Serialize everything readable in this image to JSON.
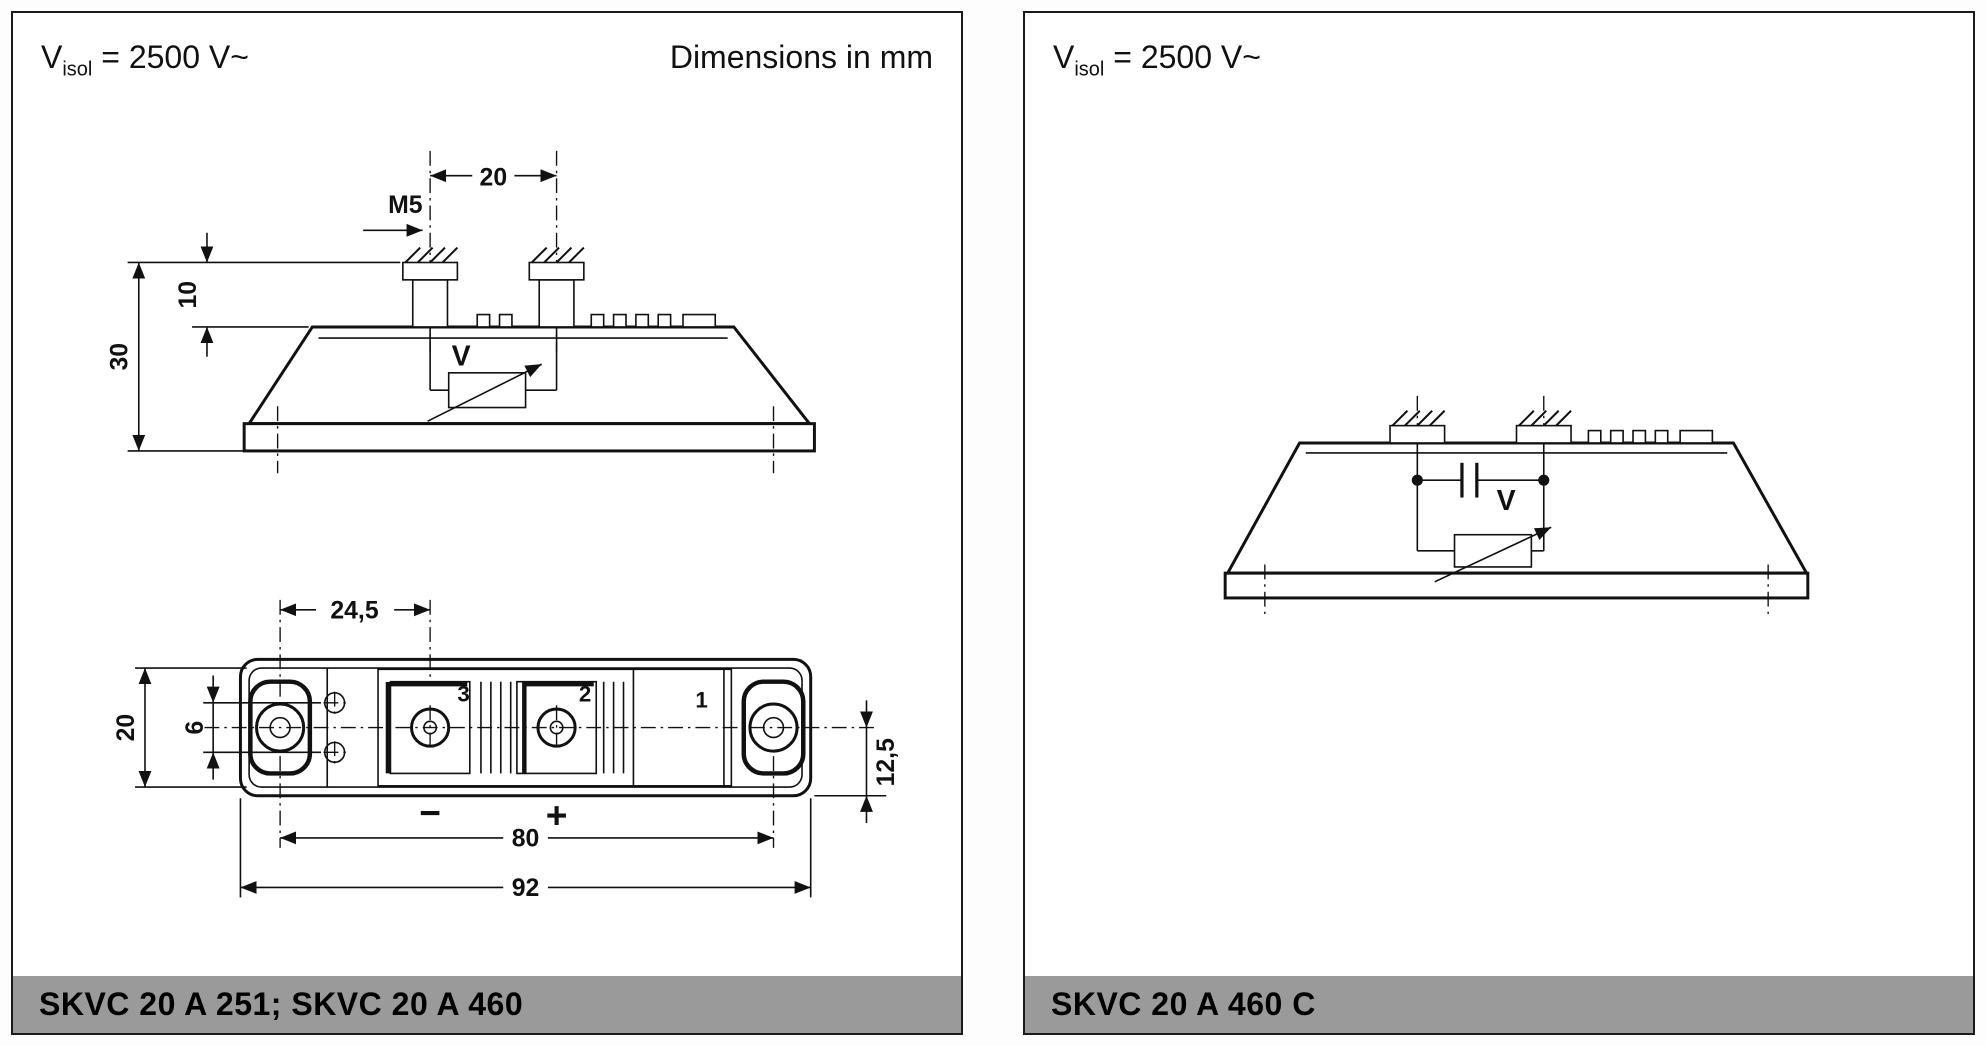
{
  "left": {
    "visol": {
      "sym": "V",
      "sub": "isol",
      "rest": " = 2500 V~"
    },
    "dimensions_note": "Dimensions in mm",
    "side_view": {
      "dim_terminal_pitch": "20",
      "thread": "M5",
      "dim_terminal_height": "10",
      "dim_total_height": "30",
      "varistor_label": "V"
    },
    "top_view": {
      "dim_hole_to_screw": "24,5",
      "dim_body_width": "20",
      "dim_small_holes": "6",
      "dim_half_width": "12,5",
      "dim_hole_spacing": "80",
      "dim_total_length": "92",
      "terminal_1": "1",
      "terminal_2": "2",
      "terminal_3": "3",
      "polarity_minus": "−",
      "polarity_plus": "+"
    },
    "footer": "SKVC 20 A 251; SKVC 20 A 460"
  },
  "right": {
    "visol": {
      "sym": "V",
      "sub": "isol",
      "rest": " = 2500 V~"
    },
    "side_view": {
      "varistor_label": "V"
    },
    "footer": "SKVC 20 A 460 C"
  }
}
